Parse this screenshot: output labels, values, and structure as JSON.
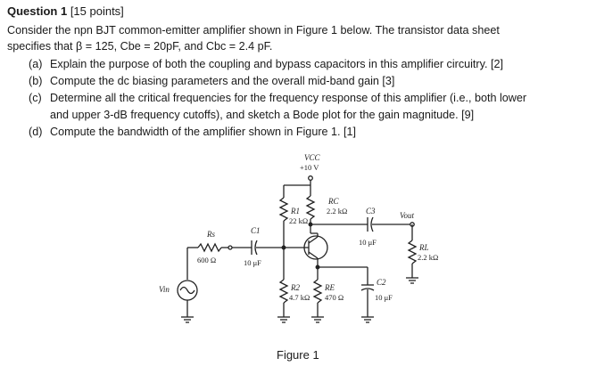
{
  "question": {
    "title": "Question 1",
    "points": "[15 points]"
  },
  "intro": {
    "line1": "Consider the npn BJT common-emitter amplifier shown in Figure 1 below. The transistor data sheet",
    "line2": "specifies that β = 125, Cbe = 20pF, and Cbc = 2.4 pF."
  },
  "parts": [
    {
      "letter": "(a)",
      "text": "Explain the purpose of both the coupling and bypass capacitors in this amplifier circuitry. [2]"
    },
    {
      "letter": "(b)",
      "text": "Compute the dc biasing parameters and the overall mid-band gain [3]"
    },
    {
      "letter": "(c)",
      "text": "Determine all the critical frequencies for the frequency response of this amplifier (i.e., both lower",
      "text2": "and upper 3-dB frequency cutoffs), and sketch a Bode plot for the gain magnitude. [9]"
    },
    {
      "letter": "(d)",
      "text": "Compute the bandwidth of the amplifier shown in Figure 1. [1]"
    }
  ],
  "circuit": {
    "vcc_label": "VCC",
    "vcc_value": "+10 V",
    "rc_label": "RC",
    "rc_value": "2.2 kΩ",
    "c3_label": "C3",
    "c3_value": "10 μF",
    "vout_label": "Vout",
    "r1_label": "R1",
    "r1_value": "22 kΩ",
    "rs_label": "Rs",
    "rs_value": "600 Ω",
    "c1_label": "C1",
    "c1_value": "10 μF",
    "rl_label": "RL",
    "rl_value": "2.2 kΩ",
    "vin_label": "Vin",
    "r2_label": "R2",
    "r2_value": "4.7 kΩ",
    "re_label": "RE",
    "re_value": "470 Ω",
    "c2_label": "C2",
    "c2_value": "10 μF"
  },
  "figure_caption": "Figure 1"
}
